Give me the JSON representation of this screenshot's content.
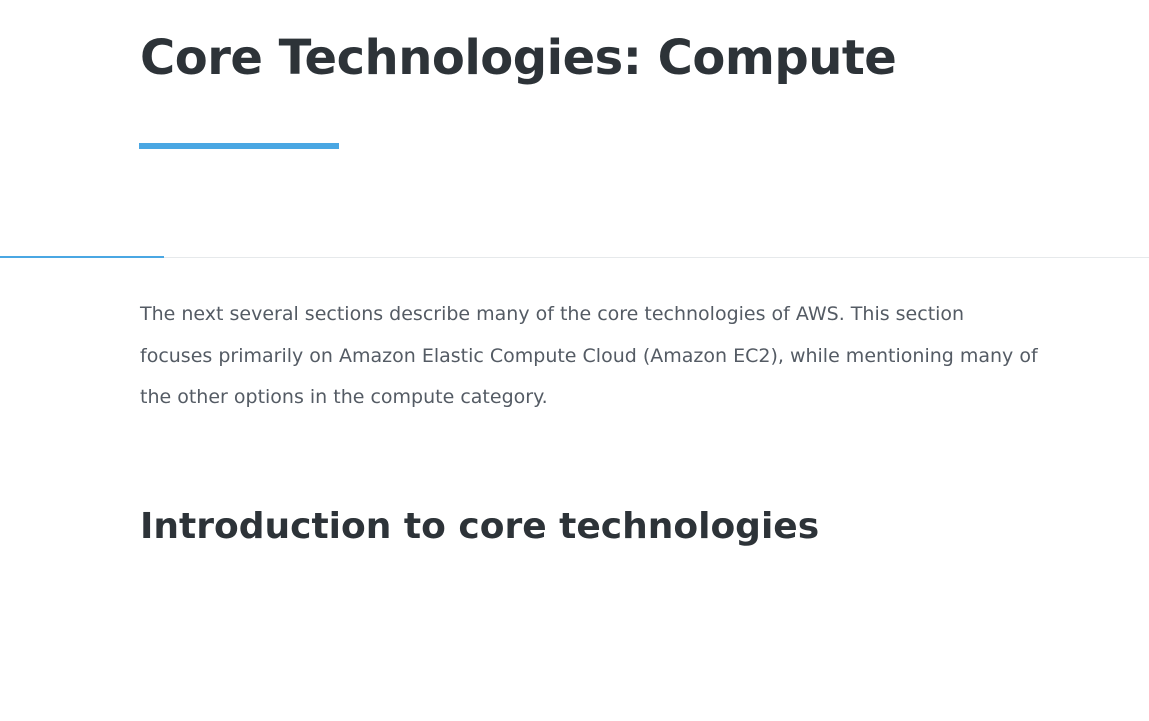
{
  "page": {
    "title": "Core Technologies: Compute",
    "accent_color": "#4aa7e3",
    "text_color": "#2d3338",
    "body_color": "#545b64"
  },
  "progress": {
    "fraction": 0.143
  },
  "content": {
    "intro": "The next several sections describe many of the core technologies of AWS. This section focuses primarily on Amazon Elastic Compute Cloud (Amazon EC2), while mentioning many of the other options in the compute category.",
    "section_heading": "Introduction to core technologies"
  }
}
